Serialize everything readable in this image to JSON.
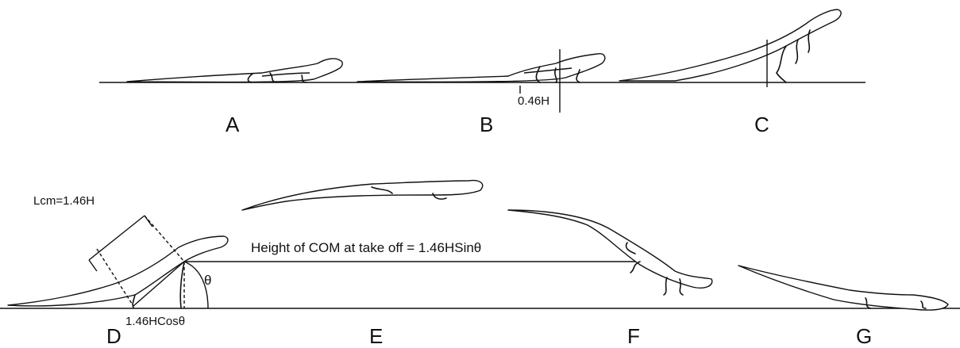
{
  "panels": [
    {
      "label": "A"
    },
    {
      "label": "B"
    },
    {
      "label": "C"
    },
    {
      "label": "D"
    },
    {
      "label": "E"
    },
    {
      "label": "F"
    },
    {
      "label": "G"
    }
  ],
  "annotations": {
    "b_offset": "0.46H",
    "lcm": "Lcm=1.46H",
    "com_height": "Height of COM at take off = 1.46HSinθ",
    "horizontal": "1.46HCosθ",
    "angle": "θ"
  }
}
